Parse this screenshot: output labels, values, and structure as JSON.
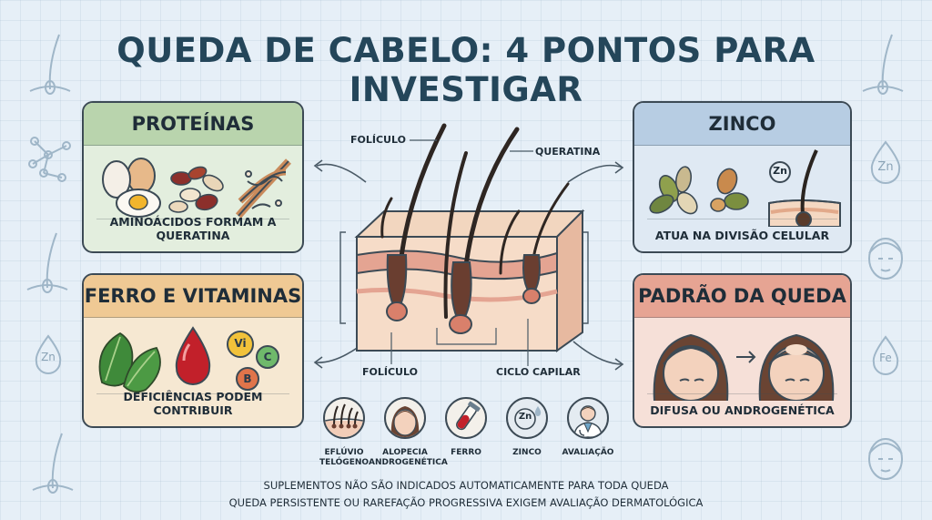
{
  "title": "QUEDA DE CABELO: 4 PONTOS PARA INVESTIGAR",
  "cards": {
    "proteinas": {
      "title": "PROTEÍNAS",
      "caption": "AMINOÁCIDOS FORMAM A QUERATINA"
    },
    "zinco": {
      "title": "ZINCO",
      "caption": "ATUA NA DIVISÃO CELULAR",
      "zn_badge": "Zn"
    },
    "ferro": {
      "title": "FERRO E VITAMINAS",
      "caption": "DEFICIÊNCIAS PODEM CONTRIBUIR",
      "vitamins": [
        "Vi",
        "C",
        "B"
      ]
    },
    "padrao": {
      "title": "PADRÃO DA QUEDA",
      "caption": "DIFUSA OU ANDROGENÉTICA"
    }
  },
  "diagram_labels": {
    "folliculo_top": "FOLÍCULO",
    "queratina": "QUERATINA",
    "folliculo_bottom": "FOLÍCULO",
    "ciclo_capilar": "CICLO CAPILAR"
  },
  "icon_row": [
    {
      "label_line1": "EFLÚVIO",
      "label_line2": "TELÓGENO"
    },
    {
      "label_line1": "ALOPECIA",
      "label_line2": "ANDROGENÉTICA"
    },
    {
      "label_line1": "FERRO",
      "label_line2": ""
    },
    {
      "label_line1": "ZINCO",
      "label_line2": ""
    },
    {
      "label_line1": "AVALIAÇÃO",
      "label_line2": ""
    }
  ],
  "zinc_circle_badge": "Zn",
  "side_badges": {
    "zn_right": "Zn",
    "zn_left": "Zn",
    "fe_right": "Fe"
  },
  "footer": {
    "line1": "SUPLEMENTOS NÃO SÃO INDICADOS AUTOMATICAMENTE PARA TODA QUEDA",
    "line2": "QUEDA PERSISTENTE OU RAREFAÇÃO PROGRESSIVA EXIGEM AVALIAÇÃO DERMATOLÓGICA"
  },
  "colors": {
    "background": "#e6eff7",
    "title": "#24465a",
    "proteinas_header": "#b9d4ad",
    "zinco_header": "#b7cde3",
    "ferro_header": "#efc994",
    "padrao_header": "#e6a493",
    "outline": "#3c4a55"
  }
}
